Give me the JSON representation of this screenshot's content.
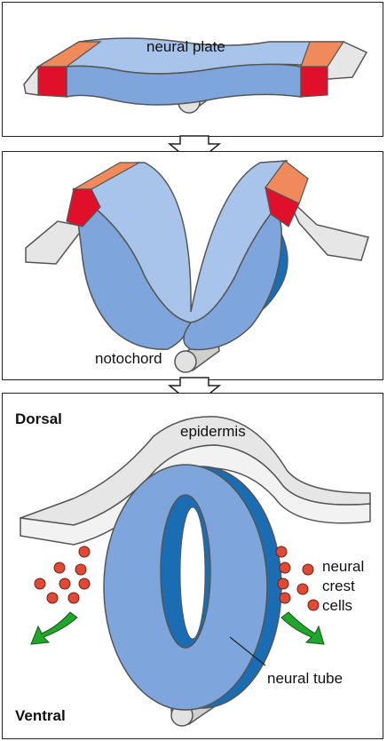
{
  "panel1": {
    "label_neural_plate": "neural plate"
  },
  "panel2": {
    "label_notochord": "notochord"
  },
  "panel3": {
    "label_dorsal": "Dorsal",
    "label_ventral": "Ventral",
    "label_epidermis": "epidermis",
    "label_neural_crest": [
      "neural",
      "crest",
      "cells"
    ],
    "label_neural_tube": "neural tube"
  },
  "colors": {
    "neural_blue": "#7ea6dc",
    "neural_blue_light": "#a9c4ea",
    "neural_blue_dark": "#1a6db3",
    "crest_red": "#e0102a",
    "orange": "#f08a5a",
    "epidermis_gray": "#e6e6e6",
    "crest_cell": "#e04a34",
    "migration_arrow": "#22a52b"
  }
}
